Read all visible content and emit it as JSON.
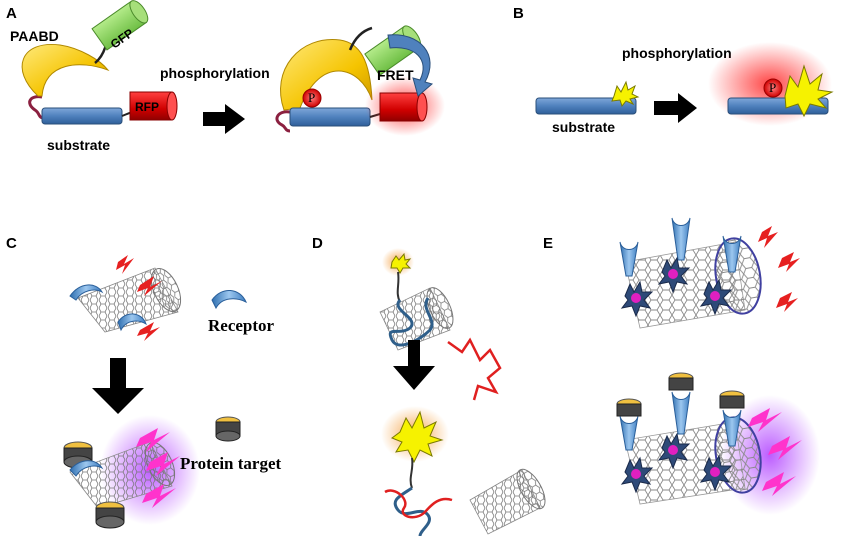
{
  "panels": {
    "a": "A",
    "b": "B",
    "c": "C",
    "d": "D",
    "e": "E"
  },
  "panel_a": {
    "paabd_label": "PAABD",
    "gfp_label": "GFP",
    "rfp_label": "RFP",
    "substrate_label": "substrate",
    "phosphorylation_label": "phosphorylation",
    "fret_label": "FRET",
    "phospho_label": "P"
  },
  "panel_b": {
    "phosphorylation_label": "phosphorylation",
    "substrate_label": "substrate",
    "phospho_label": "P"
  },
  "panel_c": {
    "receptor_label": "Receptor",
    "protein_target_label": "Protein target"
  },
  "colors": {
    "blue_bar": "#4f81bd",
    "red_cylinder": "#e00000",
    "green_cylinder": "#8cd65a",
    "yellow_crescent": "#f5c400",
    "receptor_blue": "#5b9bd5",
    "purple_glow": "#9b30ff",
    "magenta": "#ff33cc"
  }
}
